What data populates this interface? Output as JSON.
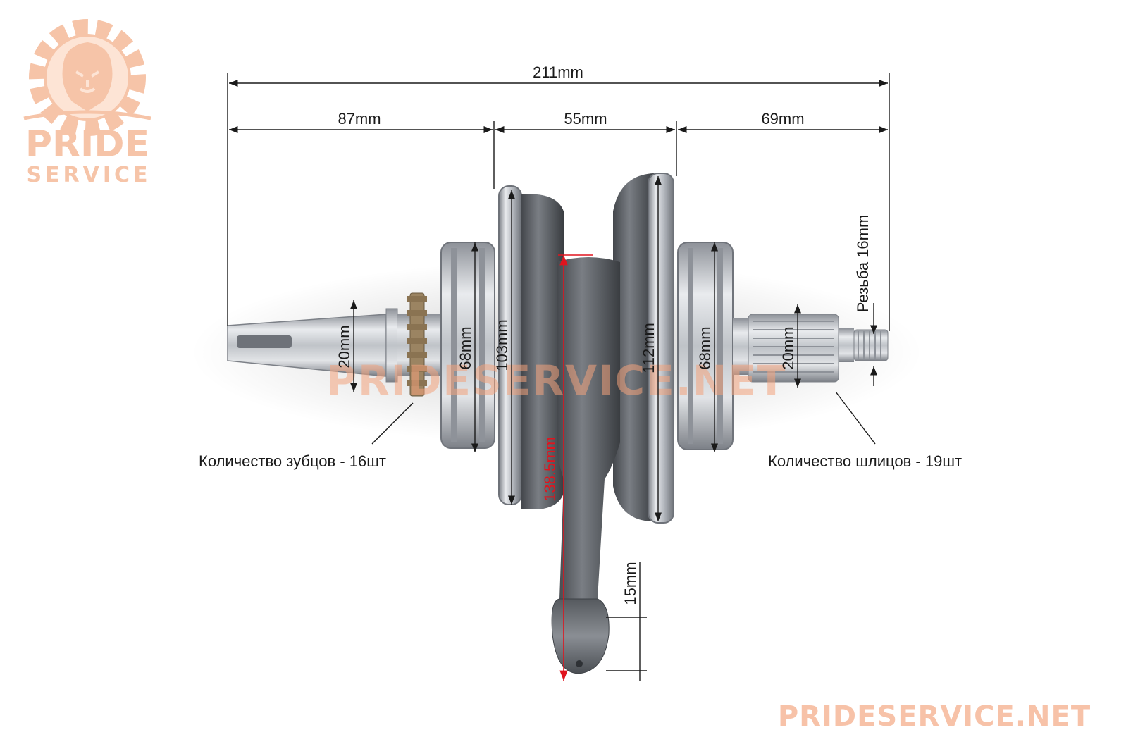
{
  "logo": {
    "line1": "PRIDE",
    "line2": "SERVICE",
    "icon": "lion-gear-icon",
    "color": "#f6c4a8"
  },
  "watermark": {
    "center": "PRIDESERVICE.NET",
    "footer": "PRIDESERVICE.NET",
    "color": "#f2a27c"
  },
  "dimensions": {
    "overall_length": "211mm",
    "left_shaft_length": "87mm",
    "flywheel_width": "55mm",
    "right_shaft_length": "69mm",
    "left_shaft_diameter": "20mm",
    "left_bearing_diameter": "68mm",
    "left_web_diameter": "103mm",
    "right_web_diameter": "112mm",
    "right_bearing_diameter": "68mm",
    "right_shaft_diameter": "20mm",
    "thread": "Резьба 16mm",
    "rod_length": "138.5mm",
    "small_end": "15mm"
  },
  "callouts": {
    "sprocket_teeth": "Количество зубцов - 16шт",
    "spline_count": "Количество шлицов - 19шт"
  },
  "colors": {
    "dimension_line": "#1a1a1a",
    "highlight_dimension": "#e0141e",
    "metal": "#c9ccd1",
    "cast_iron": "#5c6066"
  }
}
